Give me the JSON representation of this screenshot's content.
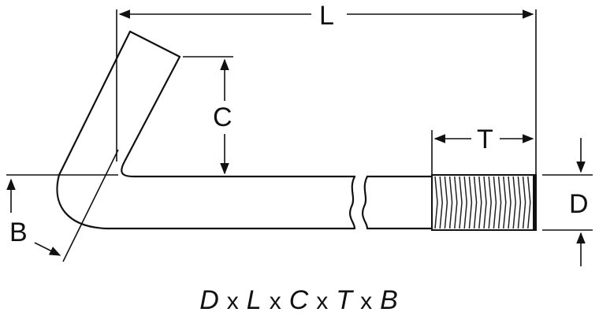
{
  "labels": {
    "L": "L",
    "C": "C",
    "T": "T",
    "D": "D",
    "B": "B"
  },
  "formula": {
    "terms": [
      "D",
      "L",
      "C",
      "T",
      "B"
    ],
    "separator": "x"
  },
  "colors": {
    "ink": "#111111",
    "background": "#ffffff"
  }
}
